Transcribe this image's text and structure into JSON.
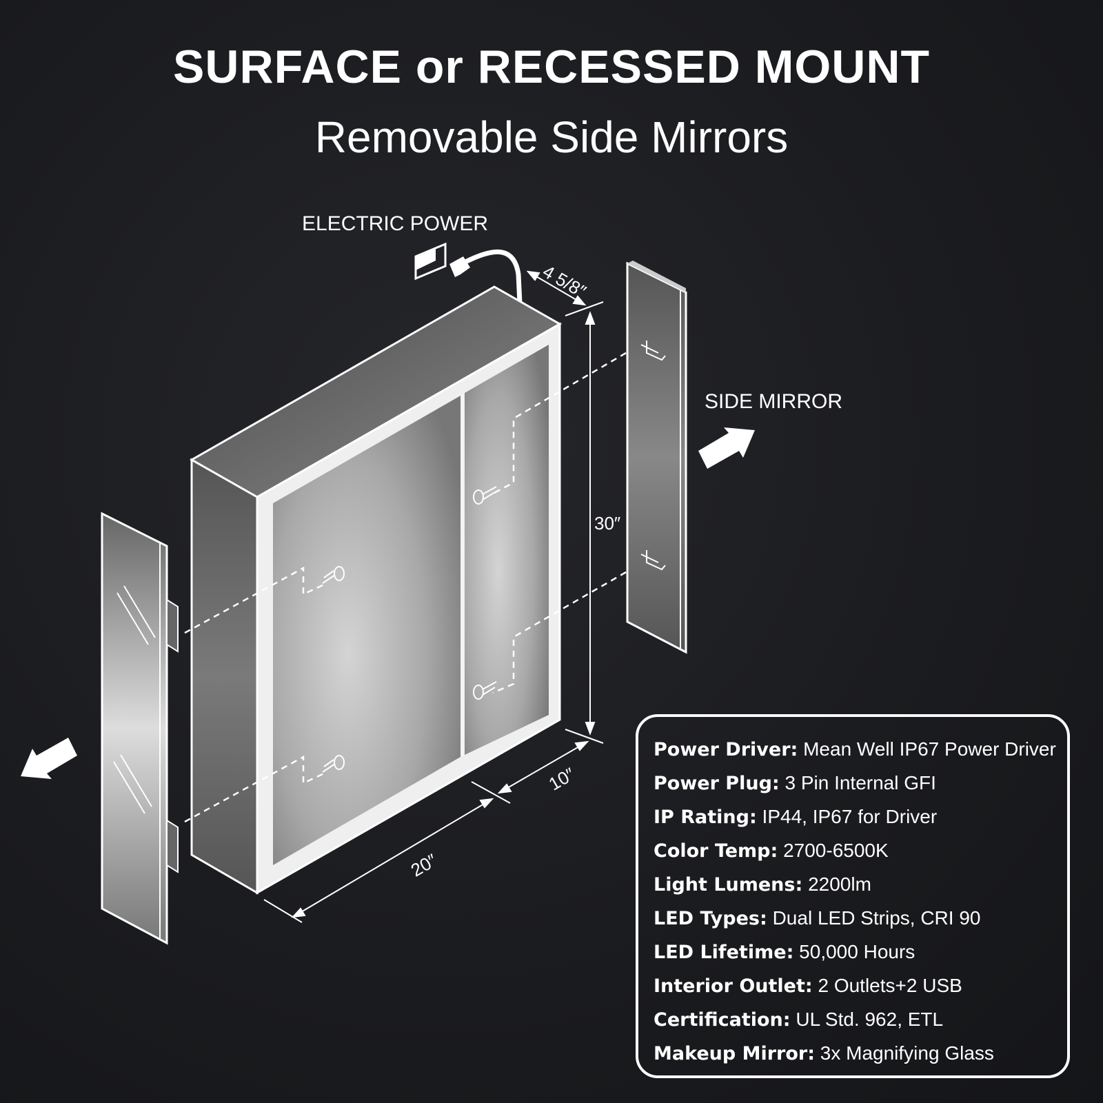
{
  "header": {
    "title": "SURFACE or RECESSED MOUNT",
    "subtitle": "Removable Side Mirrors"
  },
  "diagram": {
    "electric_power_label": "ELECTRIC POWER",
    "side_mirror_label": "SIDE MIRROR",
    "dimensions": {
      "depth": "4 5/8″",
      "height": "30″",
      "width": "20″",
      "side_depth": "10″"
    }
  },
  "specs": [
    {
      "key": "Power Driver:",
      "value": "Mean Well IP67 Power Driver"
    },
    {
      "key": "Power Plug:",
      "value": "3 Pin Internal GFI"
    },
    {
      "key": "IP Rating:",
      "value": "IP44, IP67 for Driver"
    },
    {
      "key": "Color Temp:",
      "value": "2700-6500K"
    },
    {
      "key": "Light Lumens:",
      "value": "2200lm"
    },
    {
      "key": "LED Types:",
      "value": "Dual LED Strips, CRI 90"
    },
    {
      "key": "LED Lifetime:",
      "value": "50,000 Hours"
    },
    {
      "key": "Interior Outlet:",
      "value": "2 Outlets+2 USB"
    },
    {
      "key": "Certification:",
      "value": "UL Std. 962, ETL"
    },
    {
      "key": "Makeup Mirror:",
      "value": "3x Magnifying Glass"
    }
  ]
}
